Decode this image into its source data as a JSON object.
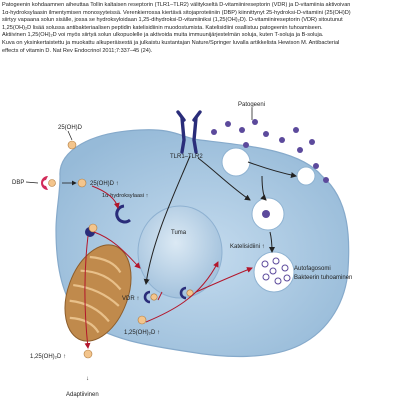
{
  "caption": {
    "lines": [
      "Patogeenin kohdaamnen aiheuttaa Tollin kaltaisen reseptorin (TLR1–TLR2) välitykseltä D-vitamiinireseptorin (VDR) ja D-vitamiinia aktivoivan",
      "1α-hydroksylaasin ilmentymisen monosyyteissä. Verenkierrossa kiertävä sitojaproteiiniin (DBP) kiinnittynyt 25-hydroksi-D-vitamiini (25(OH)D)",
      "siirtyy vapaana solun sisälle, jossa se hydroksyloidaan 1,25-dihydroksi-D-vitamiiniksi (1,25(OH)₂D). D-vitamiinireseptorin (VDR) sitoutunut",
      "1,25(OH)₂D lisää solussa antibakteriaalisen peptidin katelisidiinin muodostumista. Katelisidiini osallistuu patogeenin tuhoamiseen.",
      "Aktiivinen 1,25(OH)₂D voi myös siirtyä solun ulkopuolelle ja aktivoida muita immuunijärjestelmän soluja, kuten T-soluja ja B-soluja.",
      "Kuva on yksinkertaistettu ja muokattu alkuperäisestä ja julkaistu kustantajan Nature/Springer luvalla artikkelista Hewison M. Antibacterial",
      "effects of vitamin D. Nat Rev Endocrinol 2011;7:337–45 (24)."
    ]
  },
  "labels": {
    "patogeeni": "Patogeeni",
    "ext_25ohd": "25(OH)D",
    "dbp": "DBP",
    "inner_25ohd": "25(OH)D ↑",
    "hydroxylase": "1α-hydroksylaasi ↑",
    "tlr": "TLR1–TLR2",
    "nucleus": "Tuma",
    "vdr": "VDR ↑",
    "inner_125": "1,25(OH)₂D ↑",
    "outer_125": "1,25(OH)₂D ↑",
    "katelisidiini": "Katelisidiini ↑",
    "autofagosomi": "Autofagosomi",
    "bakteerin": "Bakteerin tuhoaminen",
    "adaptiivinen": "Adaptiivinen",
    "down_arrow": "↓"
  },
  "colors": {
    "cell": "#a9c9e2",
    "cell_edge": "#8fb3d2",
    "nucleus": "#bdd5e8",
    "mito": "#c08a4c",
    "mito_inner": "#d8a96a",
    "ligand": "#f3c58d",
    "dbp": "#d22c5a",
    "receptor": "#2a2d7a",
    "arrow_red": "#b3162b",
    "arrow_dark": "#222222",
    "bacteria": "#5c4a9c"
  }
}
